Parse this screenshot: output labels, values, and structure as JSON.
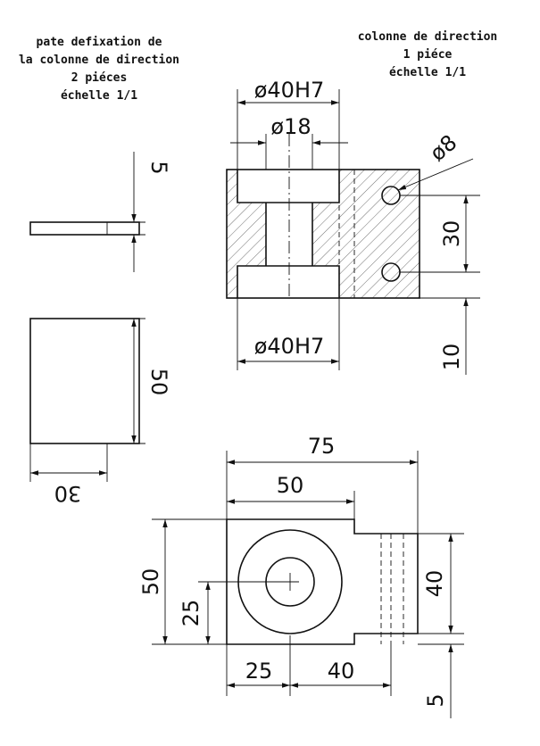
{
  "left_title": {
    "line1": "pate defixation de",
    "line2": "la colonne de direction",
    "line3": "2 piéces",
    "line4": "échelle 1/1"
  },
  "right_title": {
    "line1": "colonne de direction",
    "line2": "1 piéce",
    "line3": "échelle 1/1"
  },
  "plate_dims": {
    "thickness": "5",
    "height": "50",
    "width": "30"
  },
  "section_dims": {
    "bore_top": "ø40H7",
    "shaft": "ø18",
    "hole": "ø8",
    "hole_spacing": "30",
    "bottom_offset": "10",
    "bore_bottom": "ø40H7"
  },
  "plan_dims": {
    "overall_width": "75",
    "body_width": "50",
    "height": "50",
    "center_height": "25",
    "right_height": "40",
    "center_x": "25",
    "hole_offset": "40",
    "step": "5"
  }
}
